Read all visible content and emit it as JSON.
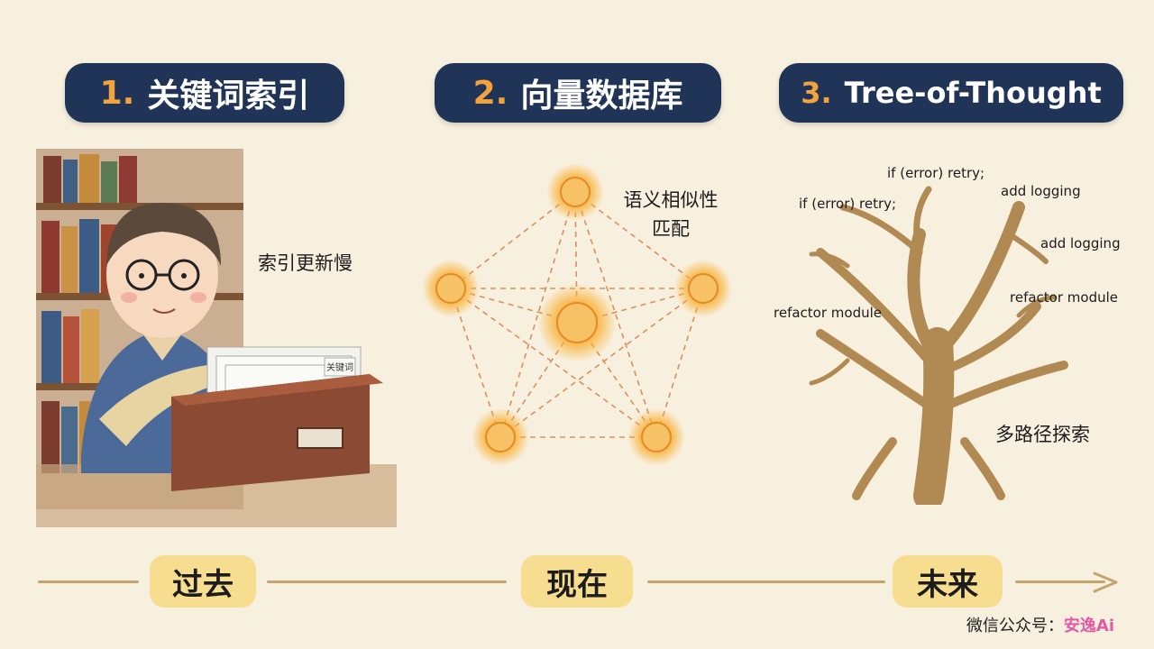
{
  "titles": [
    {
      "num": "1.",
      "text": "关键词索引"
    },
    {
      "num": "2.",
      "text": "向量数据库"
    },
    {
      "num": "3.",
      "text": "Tree-of-Thought"
    }
  ],
  "panel1": {
    "caption": "索引更新慢",
    "card_text": "关键词"
  },
  "panel2": {
    "caption_line1": "语义相似性",
    "caption_line2": "匹配"
  },
  "panel3": {
    "branch_labels": [
      "if (error) retry;",
      "if (error) retry;",
      "add logging",
      "add logging",
      "refactor module",
      "refactor module"
    ],
    "caption": "多路径探索"
  },
  "timeline": {
    "past": "过去",
    "present": "现在",
    "future": "未来"
  },
  "footer": {
    "prefix": "微信公众号：",
    "brand": "安逸Ai"
  },
  "colors": {
    "title_bg": "#1f3456",
    "title_num": "#f2a33c",
    "timeline_pill": "#f7dd90",
    "node_glow": "#f8b23a",
    "background": "#f8f0df"
  }
}
